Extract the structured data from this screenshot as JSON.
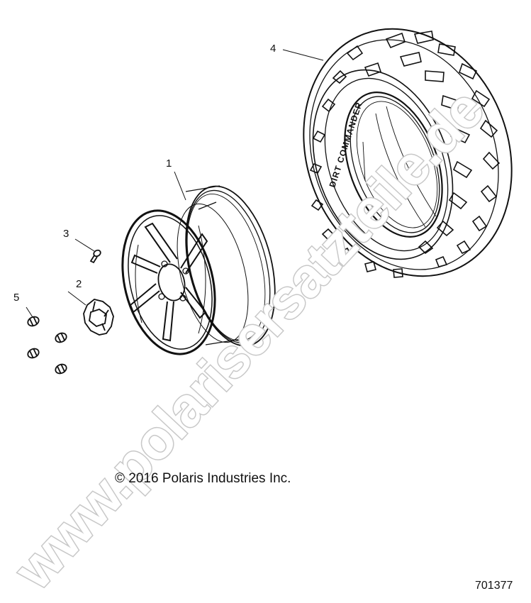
{
  "diagram": {
    "type": "exploded-parts-diagram",
    "subject": "Wheel and tire assembly",
    "callouts": [
      {
        "number": "1",
        "part": "wheel-rim"
      },
      {
        "number": "2",
        "part": "center-hub-cap"
      },
      {
        "number": "3",
        "part": "valve-stem"
      },
      {
        "number": "4",
        "part": "tire"
      },
      {
        "number": "5",
        "part": "lug-nuts"
      }
    ],
    "tire_sidewall_text": "DIRT COMMANDER",
    "copyright": "© 2016 Polaris Industries Inc.",
    "reference_number": "701377",
    "watermark": "www.polarisersatzteile.de",
    "colors": {
      "line": "#111111",
      "background": "#ffffff",
      "watermark_outline": "#c8c8c8"
    }
  }
}
